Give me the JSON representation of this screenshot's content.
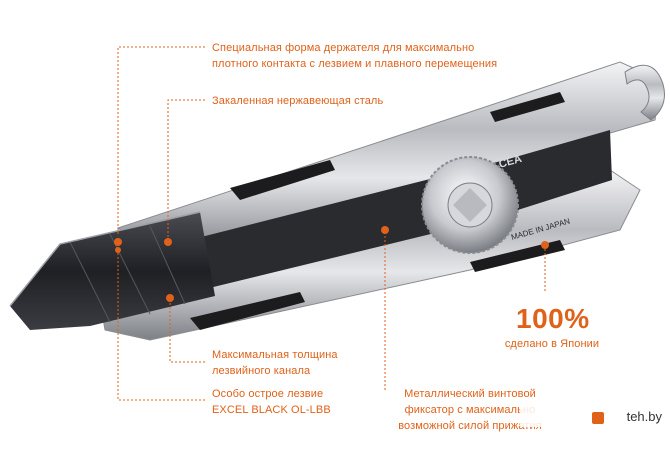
{
  "annotations": {
    "holder_shape": {
      "line1": "Специальная форма держателя для максимально",
      "line2": "плотного контакта с лезвием и плавного перемещения"
    },
    "steel": {
      "line1": "Закаленная нержавеющая сталь"
    },
    "channel": {
      "line1": "Максимальная толщина",
      "line2": "лезвийного канала"
    },
    "blade": {
      "line1": "Особо острое лезвие",
      "line2": "EXCEL BLACK OL-LBB"
    },
    "made_in_japan": {
      "percent": "100%",
      "caption": "сделано в Японии"
    },
    "lock_screw": {
      "line1": "Металлический винтовой",
      "line2": "фиксатор с максимально",
      "line3": "возможной силой прижатия"
    }
  },
  "product_markings": {
    "made_in": "MADE IN JAPAN",
    "brand_partial": "CEA"
  },
  "watermark": {
    "text": "teh.by"
  },
  "colors": {
    "accent": "#e0621a",
    "metal_light": "#e9e9ec",
    "metal_dark": "#6d6f74",
    "rubber": "#1c1c1e",
    "blade": "#2b2c30"
  }
}
